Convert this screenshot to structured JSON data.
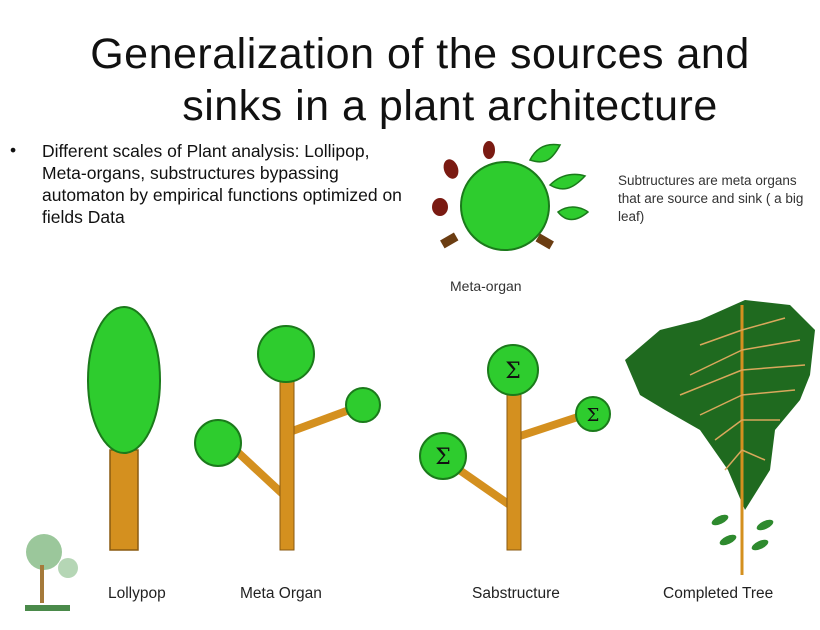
{
  "slide": {
    "title_line1": "Generalization of the sources and",
    "title_line2": "sinks in a plant architecture",
    "bullet_marker": "•",
    "bullet_text": "Different scales of Plant analysis: Lollipop, Meta-organs, substructures bypassing automaton by empirical functions optimized on fields Data",
    "note": "Subtructures are meta organs that are source and sink ( a big leaf)",
    "meta_organ_caption": "Meta-organ"
  },
  "labels": {
    "lollypop": "Lollypop",
    "meta_organ": "Meta Organ",
    "sabstructure": "Sabstructure",
    "completed_tree": "Completed Tree",
    "sigma": "Σ"
  },
  "colors": {
    "leaf_green": "#2ecc2e",
    "leaf_outline": "#1b7a1b",
    "trunk": "#d4901f",
    "trunk_outline": "#8a5a10",
    "fruit": "#7a1a12",
    "root": "#6b3d12",
    "tree_dark": "#1f6a1f"
  }
}
